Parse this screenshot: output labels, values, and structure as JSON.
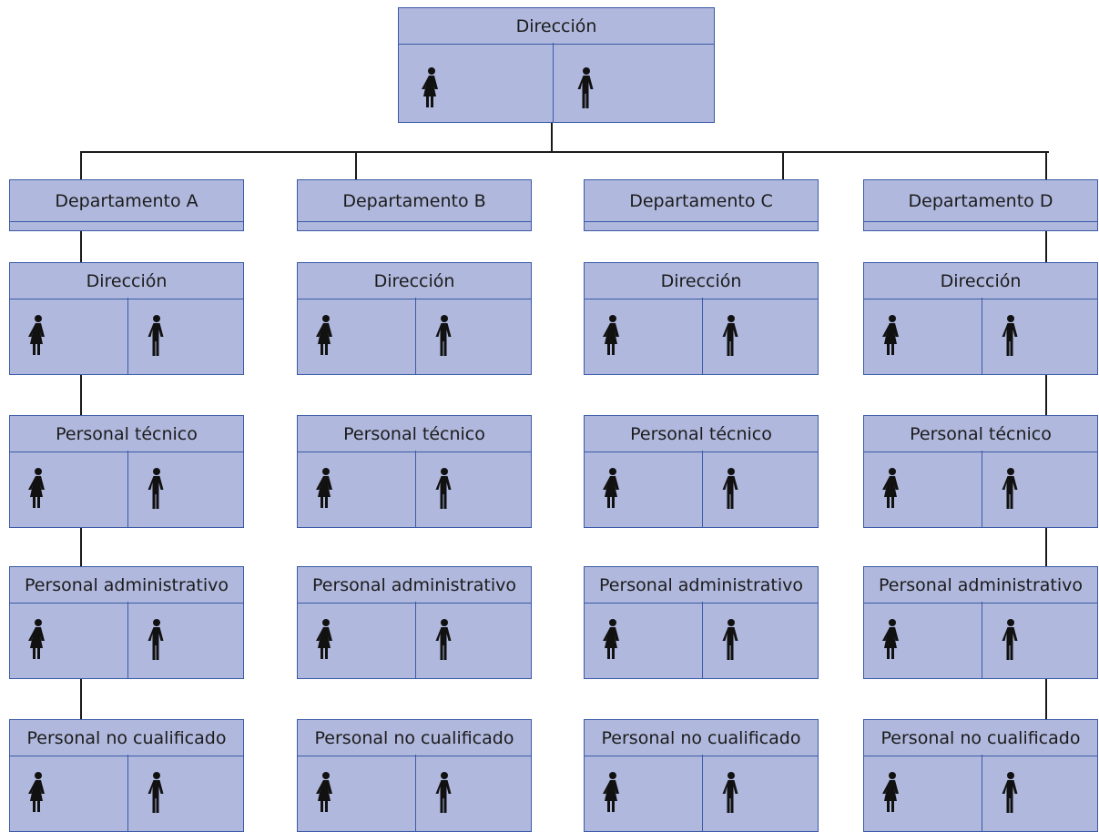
{
  "top": {
    "title": "Dirección",
    "icons": [
      "woman-icon",
      "man-icon"
    ]
  },
  "departments": [
    {
      "name": "Departamento A",
      "levels": [
        {
          "title": "Dirección"
        },
        {
          "title": "Personal técnico"
        },
        {
          "title": "Personal administrativo"
        },
        {
          "title": "Personal no cualificado"
        }
      ]
    },
    {
      "name": "Departamento B",
      "levels": [
        {
          "title": "Dirección"
        },
        {
          "title": "Personal técnico"
        },
        {
          "title": "Personal administrativo"
        },
        {
          "title": "Personal no cualificado"
        }
      ]
    },
    {
      "name": "Departamento C",
      "levels": [
        {
          "title": "Dirección"
        },
        {
          "title": "Personal técnico"
        },
        {
          "title": "Personal administrativo"
        },
        {
          "title": "Personal no cualificado"
        }
      ]
    },
    {
      "name": "Departamento D",
      "levels": [
        {
          "title": "Dirección"
        },
        {
          "title": "Personal técnico"
        },
        {
          "title": "Personal administrativo"
        },
        {
          "title": "Personal no cualificado"
        }
      ]
    }
  ],
  "colors": {
    "box_fill": "#b0b8dd",
    "box_border": "#3a5aa8",
    "connector": "#1a1a1a",
    "icon": "#111111"
  }
}
